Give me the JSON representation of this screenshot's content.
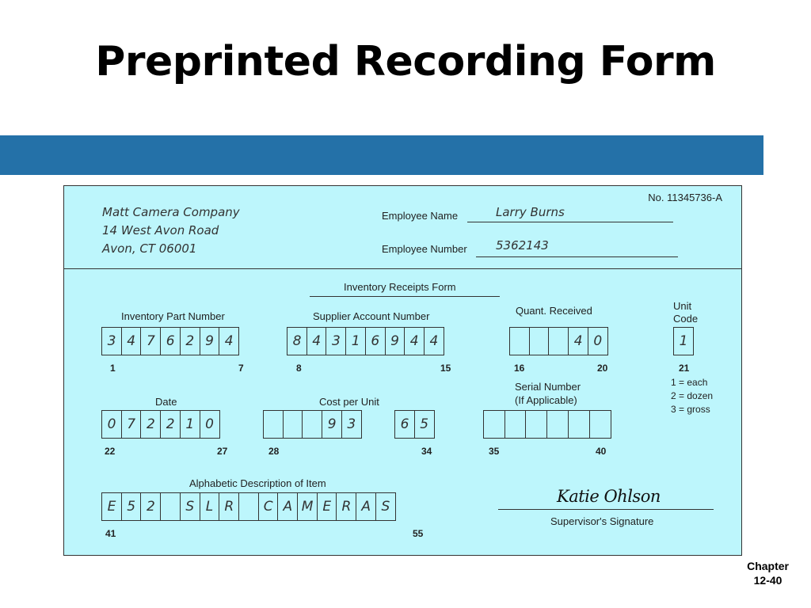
{
  "slide": {
    "title": "Preprinted Recording Form",
    "footer_line1": "Chapter",
    "footer_line2": "12-40"
  },
  "form": {
    "number": "No. 11345736-A",
    "company": [
      "Matt Camera Company",
      "14 West Avon Road",
      "Avon, CT 06001"
    ],
    "employee_name_label": "Employee Name",
    "employee_name_value": "Larry Burns",
    "employee_number_label": "Employee Number",
    "employee_number_value": "5362143",
    "form_title": "Inventory Receipts Form",
    "fields": {
      "part_number": {
        "label": "Inventory Part Number",
        "cells": [
          "3",
          "4",
          "7",
          "6",
          "2",
          "9",
          "4"
        ],
        "start": "1",
        "end": "7"
      },
      "supplier_account": {
        "label": "Supplier Account Number",
        "cells": [
          "8",
          "4",
          "3",
          "1",
          "6",
          "9",
          "4",
          "4"
        ],
        "start": "8",
        "end": "15"
      },
      "quant_received": {
        "label": "Quant. Received",
        "cells": [
          "",
          "",
          "",
          "4",
          "0"
        ],
        "start": "16",
        "end": "20"
      },
      "unit_code": {
        "label_line1": "Unit",
        "label_line2": "Code",
        "cells": [
          "1"
        ],
        "start": "21",
        "legend": [
          "1 = each",
          "2 = dozen",
          "3 = gross"
        ]
      },
      "date": {
        "label": "Date",
        "cells": [
          "0",
          "7",
          "2",
          "2",
          "1",
          "0"
        ],
        "start": "22",
        "end": "27"
      },
      "cost_per_unit": {
        "label": "Cost per Unit",
        "dollars": [
          "",
          "",
          "",
          "9",
          "3"
        ],
        "cents": [
          "6",
          "5"
        ],
        "start": "28",
        "end": "34"
      },
      "serial_number": {
        "label_line1": "Serial Number",
        "label_line2": "(If Applicable)",
        "cells": [
          "",
          "",
          "",
          "",
          "",
          ""
        ],
        "start": "35",
        "end": "40"
      },
      "description": {
        "label": "Alphabetic Description of Item",
        "cells": [
          "E",
          "5",
          "2",
          "",
          "S",
          "L",
          "R",
          "",
          "C",
          "A",
          "M",
          "E",
          "R",
          "A",
          "S"
        ],
        "start": "41",
        "end": "55"
      }
    },
    "signature_value": "Katie Ohlson",
    "signature_label": "Supervisor's Signature"
  }
}
